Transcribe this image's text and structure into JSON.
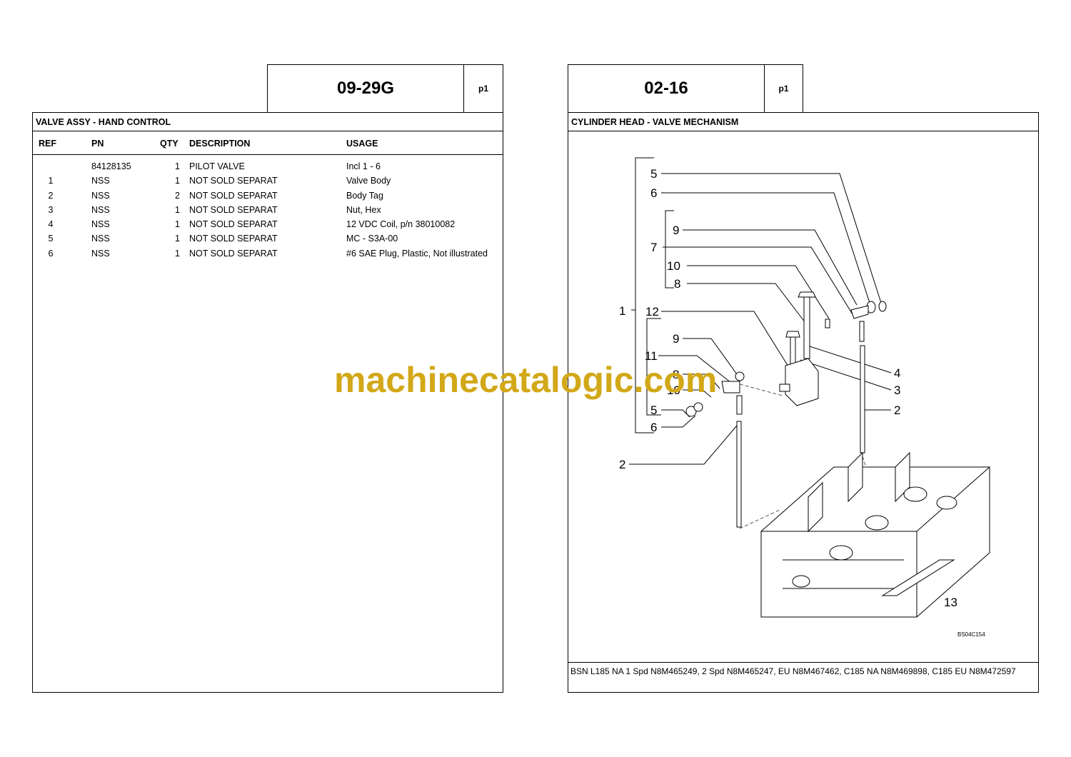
{
  "left": {
    "code": "09-29G",
    "page": "p1",
    "title": "VALVE ASSY - HAND CONTROL",
    "headers": {
      "ref": "REF",
      "pn": "PN",
      "qty": "QTY",
      "description": "DESCRIPTION",
      "usage": "USAGE"
    },
    "rows": [
      {
        "ref": "",
        "pn": "84128135",
        "qty": "1",
        "description": "PILOT VALVE",
        "usage": "Incl 1 - 6"
      },
      {
        "ref": "1",
        "pn": "NSS",
        "qty": "1",
        "description": "NOT SOLD SEPARAT",
        "usage": "Valve Body"
      },
      {
        "ref": "2",
        "pn": "NSS",
        "qty": "2",
        "description": "NOT SOLD SEPARAT",
        "usage": "Body Tag"
      },
      {
        "ref": "3",
        "pn": "NSS",
        "qty": "1",
        "description": "NOT SOLD SEPARAT",
        "usage": "Nut, Hex"
      },
      {
        "ref": "4",
        "pn": "NSS",
        "qty": "1",
        "description": "NOT SOLD SEPARAT",
        "usage": "12 VDC Coil, p/n 38010082"
      },
      {
        "ref": "5",
        "pn": "NSS",
        "qty": "1",
        "description": "NOT SOLD SEPARAT",
        "usage": "MC - S3A-00"
      },
      {
        "ref": "6",
        "pn": "NSS",
        "qty": "1",
        "description": "NOT SOLD SEPARAT",
        "usage": "#6 SAE Plug, Plastic, Not illustrated"
      }
    ]
  },
  "right": {
    "code": "02-16",
    "page": "p1",
    "title": "CYLINDER HEAD - VALVE MECHANISM",
    "figure_code": "BS04C154",
    "callouts": {
      "c5a": "5",
      "c6a": "6",
      "c9a": "9",
      "c7": "7",
      "c10a": "10",
      "c8a": "8",
      "c1": "1",
      "c12": "12",
      "c9b": "9",
      "c11": "11",
      "c8b": "8",
      "c10b": "10",
      "c5b": "5",
      "c6b": "6",
      "c2a": "2",
      "c4": "4",
      "c3": "3",
      "c2b": "2",
      "c13": "13"
    },
    "serials": "BSN L185 NA 1 Spd N8M465249, 2 Spd N8M465247, EU N8M467462, C185 NA N8M469898, C185 EU N8M472597"
  },
  "watermark": "machinecatalogic.com"
}
